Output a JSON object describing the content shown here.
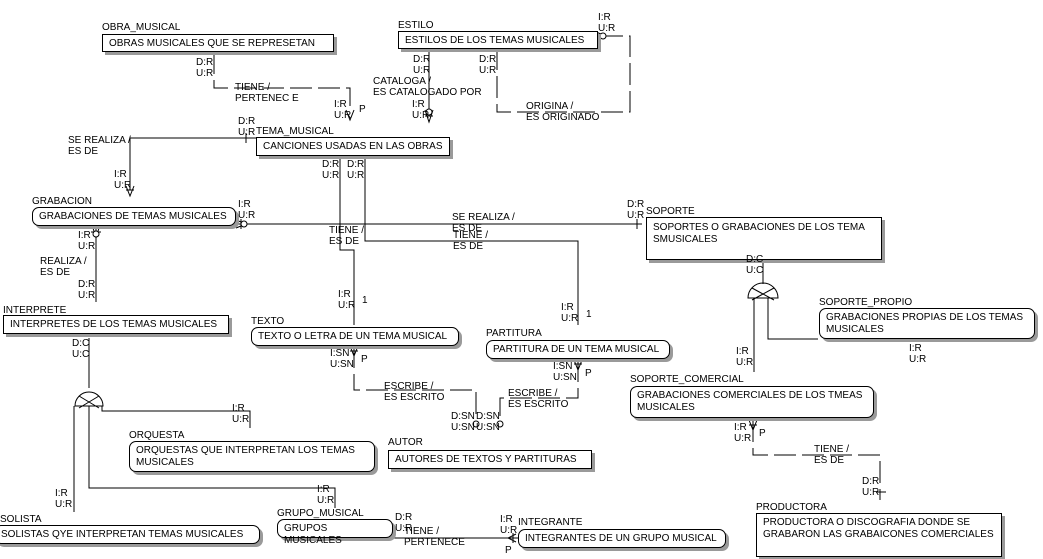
{
  "entities": [
    {
      "id": "obra_musical",
      "name": "OBRA_MUSICAL",
      "desc": "OBRAS MUSICALES QUE SE REPRESETAN"
    },
    {
      "id": "estilo",
      "name": "ESTILO",
      "desc": "ESTILOS DE LOS TEMAS MUSICALES"
    },
    {
      "id": "tema_musical",
      "name": "TEMA_MUSICAL",
      "desc": "CANCIONES USADAS EN LAS OBRAS"
    },
    {
      "id": "grabacion",
      "name": "GRABACION",
      "desc": "GRABACIONES DE TEMAS MUSICALES"
    },
    {
      "id": "soporte",
      "name": "SOPORTE",
      "desc": "SOPORTES O GRABACIONES  DE LOS TEMA\nSMUSICALES"
    },
    {
      "id": "interprete",
      "name": "INTERPRETE",
      "desc": "INTERPRETES DE LOS TEMAS MUSICALES"
    },
    {
      "id": "texto",
      "name": "TEXTO",
      "desc": "TEXTO O LETRA DE UN TEMA MUSICAL"
    },
    {
      "id": "partitura",
      "name": "PARTITURA",
      "desc": "PARTITURA DE UN TEMA MUSICAL"
    },
    {
      "id": "soporte_propio",
      "name": "SOPORTE_PROPIO",
      "desc": "GRABACIONES PROPIAS DE LOS TEMAS\nMUSICALES"
    },
    {
      "id": "soporte_comercial",
      "name": "SOPORTE_COMERCIAL",
      "desc": "GRABACIONES COMERCIALES DE LOS TMEAS\nMUSICALES"
    },
    {
      "id": "orquesta",
      "name": "ORQUESTA",
      "desc": "ORQUESTAS QUE INTERPRETAN LOS TEMAS\nMUSICALES"
    },
    {
      "id": "autor",
      "name": "AUTOR",
      "desc": "AUTORES DE TEXTOS Y PARTITURAS"
    },
    {
      "id": "solista",
      "name": "SOLISTA",
      "desc": "SOLISTAS QYE INTERPRETAN TEMAS MUSICALES"
    },
    {
      "id": "grupo_musical",
      "name": "GRUPO_MUSICAL",
      "desc": "GRUPOS MUSICALES"
    },
    {
      "id": "integrante",
      "name": "INTEGRANTE",
      "desc": "INTEGRANTES DE UN GRUPO MUSICAL"
    },
    {
      "id": "productora",
      "name": "PRODUCTORA",
      "desc": "PRODUCTORA O DISCOGRAFIA DONDE SE\nGRABARON LAS GRABAICONES COMERCIALES"
    }
  ],
  "relationships": [
    {
      "id": "r_obra_tema",
      "label": "TIENE /\nPERTENEC E"
    },
    {
      "id": "r_estilo_tema",
      "label": "CATALOGA /\nES CATALOGADO POR"
    },
    {
      "id": "r_estilo_self",
      "label": "ORIGINA /\nES ORIGINADO"
    },
    {
      "id": "r_tema_grab",
      "label": "SE REALIZA /\nES DE"
    },
    {
      "id": "r_grab_soporte",
      "label": "SE REALIZA /\nES DE"
    },
    {
      "id": "r_tema_texto",
      "label": "TIENE /\nES DE"
    },
    {
      "id": "r_tema_partitura",
      "label": "TIENE /\nES DE"
    },
    {
      "id": "r_grab_interprete",
      "label": "REALIZA /\nES DE"
    },
    {
      "id": "r_texto_autor",
      "label": "ESCRIBE /\nES ESCRITO"
    },
    {
      "id": "r_partitura_autor",
      "label": "ESCRIBE /\nES ESCRITO"
    },
    {
      "id": "r_comercial_productora",
      "label": "TIENE /\nES DE"
    },
    {
      "id": "r_grupo_integrante",
      "label": "TIENE /\nPERTENECE"
    }
  ],
  "constraints": {
    "dr_ur": "D:R\nU:R",
    "ir_ur": "I:R\nU:R",
    "dc_uc": "D:C\nU:C",
    "isn_usn": "I:SN\nU:SN",
    "dsn_usn": "D:SN\nU:SN",
    "p": "P",
    "one": "1"
  }
}
